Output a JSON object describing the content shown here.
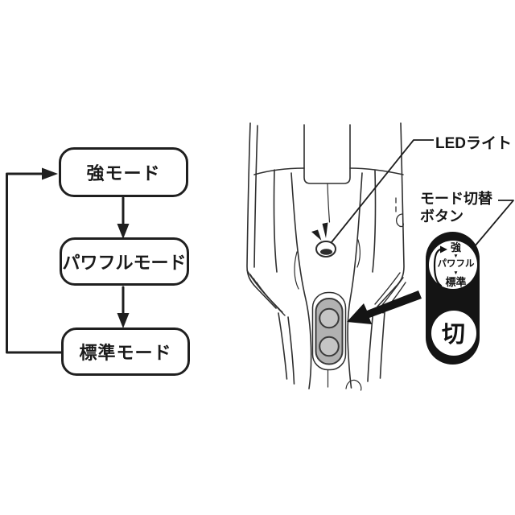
{
  "figure": {
    "description": "mode-switch-instruction-figure"
  },
  "flowchart": {
    "nodes": [
      {
        "label": "強モード"
      },
      {
        "label": "パワフルモード"
      },
      {
        "label": "標準モード"
      }
    ]
  },
  "callouts": {
    "led": "LEDライト",
    "mode_line1": "モード切替",
    "mode_line2": "ボタン"
  },
  "badge": {
    "mode_top": "強",
    "mode_mid": "パワフル",
    "mode_bottom": "標準",
    "separator": "▼",
    "off": "切"
  },
  "colors": {
    "ink": "#2f2f2f",
    "black": "#141414",
    "button_grey": "#b1b1b1",
    "button_circle_grey": "#c5c5c5"
  }
}
